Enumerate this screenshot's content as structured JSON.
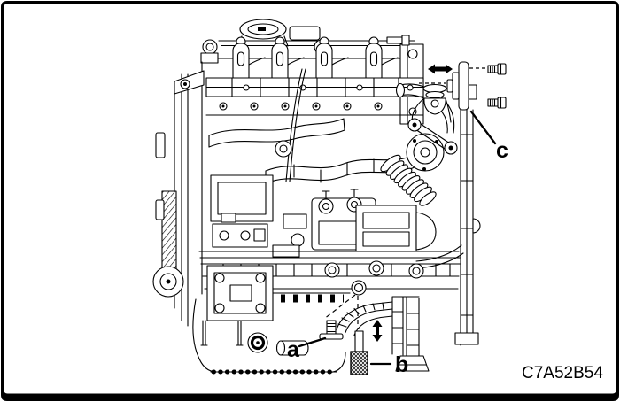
{
  "figure": {
    "code": "C7A52B54",
    "callouts": {
      "a": "a",
      "b": "b",
      "c": "c"
    },
    "icons": {
      "horizontal-double-arrow-icon": "↔",
      "vertical-double-arrow-icon": "↕"
    },
    "colors": {
      "line": "#000000",
      "background": "#ffffff",
      "frame": "#000000"
    }
  }
}
